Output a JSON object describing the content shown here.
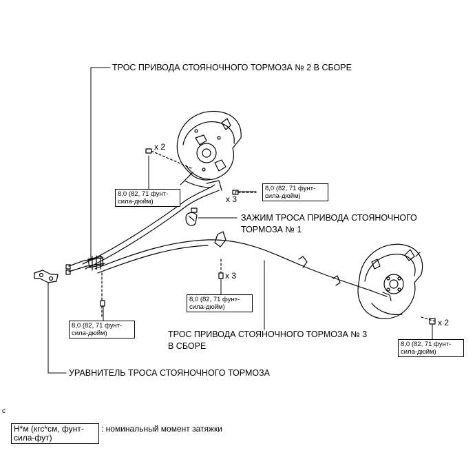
{
  "callouts": {
    "cable_no2": "ТРОС ПРИВОДА СТОЯНОЧНОГО ТОРМОЗА № 2 В СБОРЕ",
    "clamp_line1": "ЗАЖИМ ТРОСА ПРИВОДА СТОЯНОЧНОГО",
    "clamp_line2": "ТОРМОЗА № 1",
    "cable_no3_line1": "ТРОС ПРИВОДА СТОЯНОЧНОГО ТОРМОЗА № 3",
    "cable_no3_line2": "В СБОРЕ",
    "equalizer": "УРАВНИТЕЛЬ ТРОСА СТОЯНОЧНОГО ТОРМОЗА"
  },
  "torque": {
    "line1": "8,0 (82, 71 фунт-",
    "line2": "сила-дюйм)"
  },
  "multipliers": {
    "x2": "x 2",
    "x3": "x 3"
  },
  "legend": {
    "box_line1": "Н*м (кгс*см, фунт-",
    "box_line2": "сила-фут)",
    "text": ": номинальный момент затяжки"
  },
  "corner_mark": "c"
}
